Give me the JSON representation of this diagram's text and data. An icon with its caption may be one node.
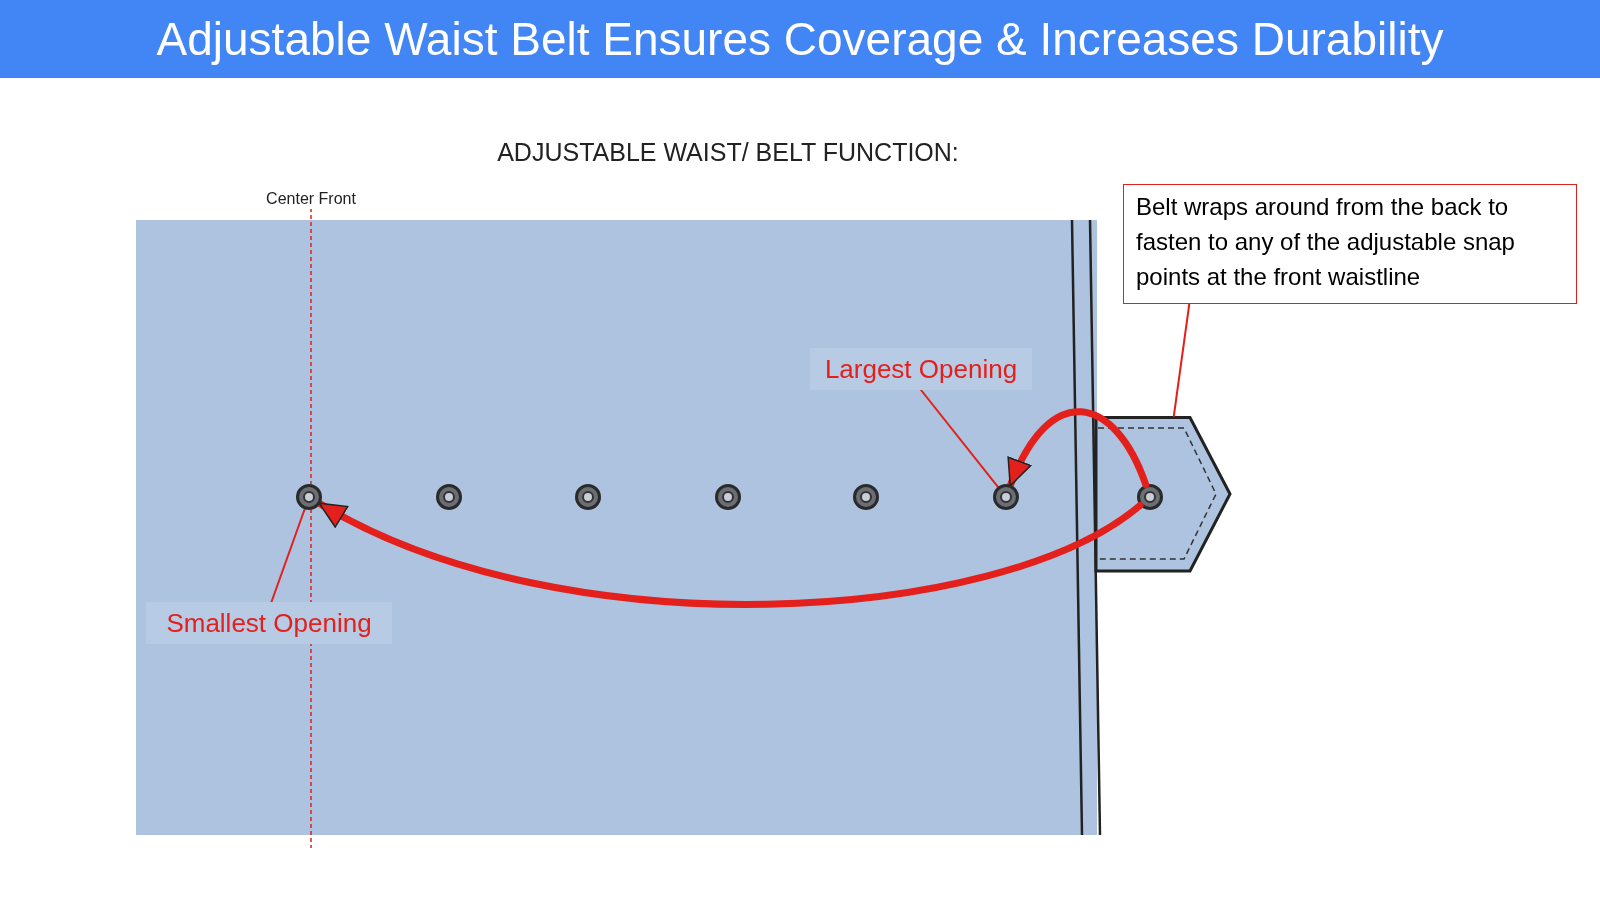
{
  "diagram": {
    "title": "Adjustable Waist Belt Ensures Coverage & Increases Durability",
    "nodes": [
      {
        "text": [
          "Belt wraps around from the back to fasten to any of the adjustable snap points at the front waistline"
        ]
      },
      {
        "text": [
          "Largest Opening"
        ]
      },
      {
        "text": [
          "Smallest Opening"
        ]
      },
      {
        "text": [],
        "shape": "circle"
      },
      {
        "text": [],
        "shape": "circle"
      },
      {
        "text": [],
        "shape": "circle"
      },
      {
        "text": [],
        "shape": "circle"
      },
      {
        "text": [],
        "shape": "circle"
      },
      {
        "text": [],
        "shape": "circle"
      },
      {
        "text": [],
        "shape": "circle",
        "in": 10
      },
      {
        "text": [],
        "shape": "picture"
      }
    ],
    "edges": [
      {
        "from": 0,
        "to": 10,
        "arrow": "none"
      },
      {
        "from": 1,
        "to": 8,
        "arrow": "none"
      },
      {
        "from": 2,
        "to": 3,
        "arrow": "none"
      },
      {
        "from": 9,
        "to": 3,
        "arrow": "to",
        "style": "thick"
      },
      {
        "from": 9,
        "to": 8,
        "arrow": "to",
        "style": "thick"
      }
    ],
    "labels": [
      "ADJUSTABLE WAIST/ BELT FUNCTION:",
      "Center Front"
    ]
  }
}
